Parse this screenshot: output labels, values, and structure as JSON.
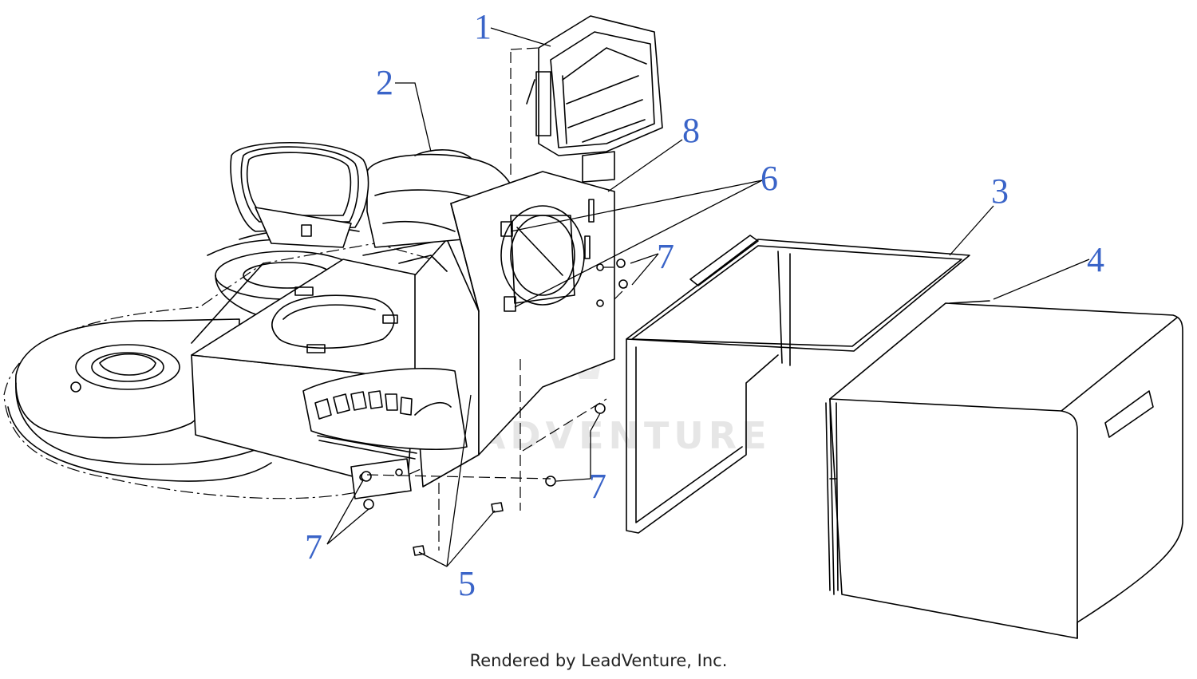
{
  "watermark": "LEADVENTURE",
  "footer": "Rendered by LeadVenture, Inc.",
  "callouts": {
    "c1": "1",
    "c2": "2",
    "c3": "3",
    "c4": "4",
    "c5": "5",
    "c6": "6",
    "c7a": "7",
    "c7b": "7",
    "c7c": "7",
    "c8": "8"
  }
}
